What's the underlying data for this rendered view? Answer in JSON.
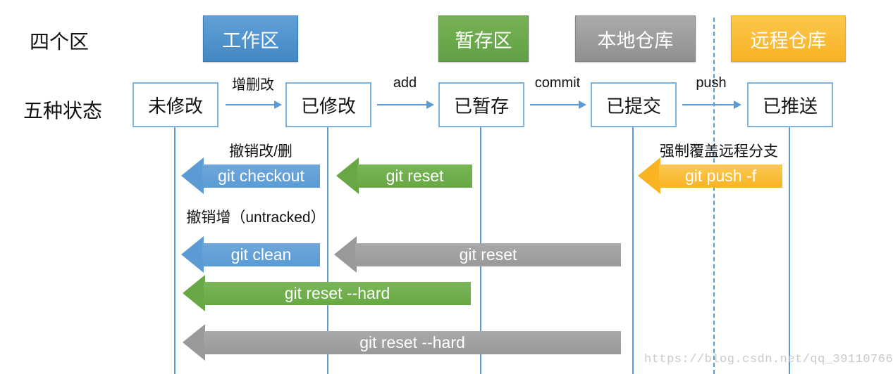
{
  "diagram": {
    "row_labels": {
      "areas": "四个区",
      "states": "五种状态"
    },
    "areas": {
      "items": [
        {
          "label": "工作区",
          "color": "#4a90c9"
        },
        {
          "label": "暂存区",
          "color": "#69a84f"
        },
        {
          "label": "本地仓库",
          "color": "#9c9c9c"
        },
        {
          "label": "远程仓库",
          "color": "#fbbd39"
        }
      ]
    },
    "states": {
      "items": [
        {
          "label": "未修改"
        },
        {
          "label": "已修改"
        },
        {
          "label": "已暂存"
        },
        {
          "label": "已提交"
        },
        {
          "label": "已推送"
        }
      ]
    },
    "transitions": {
      "items": [
        {
          "label": "增删改"
        },
        {
          "label": "add"
        },
        {
          "label": "commit"
        },
        {
          "label": "push"
        }
      ]
    },
    "commands": {
      "items": [
        {
          "label": "git checkout",
          "note": "撤销改/删",
          "color": "#5b9bd5"
        },
        {
          "label": "git reset",
          "color": "#67a844"
        },
        {
          "label": "git push -f",
          "note": "强制覆盖远程分支",
          "color": "#f8b422"
        },
        {
          "label": "git clean",
          "note": "撤销增（untracked）",
          "color": "#5b9bd5"
        },
        {
          "label": "git reset",
          "color": "#999999"
        },
        {
          "label": "git reset --hard",
          "color": "#67a844"
        },
        {
          "label": "git reset --hard",
          "color": "#999999"
        }
      ]
    },
    "watermark": "https://blog.csdn.net/qq_39110766"
  }
}
